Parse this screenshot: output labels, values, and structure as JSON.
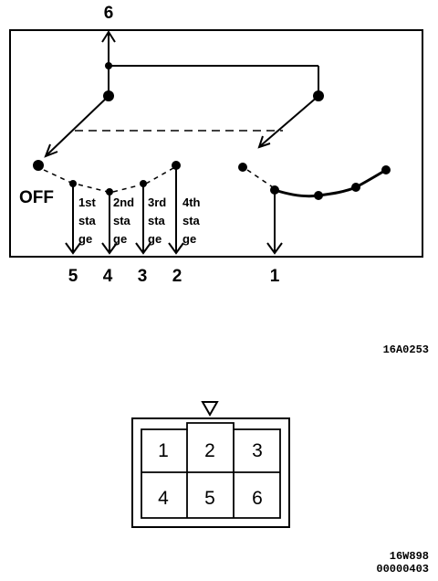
{
  "terminals": {
    "top": "6",
    "bottom": [
      "5",
      "4",
      "3",
      "2"
    ],
    "right_bottom": "1"
  },
  "off_label": "OFF",
  "stages": [
    [
      "1st",
      "sta",
      "ge"
    ],
    [
      "2nd",
      "sta",
      "ge"
    ],
    [
      "3rd",
      "sta",
      "ge"
    ],
    [
      "4th",
      "sta",
      "ge"
    ]
  ],
  "figure_code_1": "16A0253",
  "connector": {
    "pins": [
      "1",
      "2",
      "3",
      "4",
      "5",
      "6"
    ]
  },
  "figure_code_2": "16W898",
  "figure_code_3": "00000403"
}
